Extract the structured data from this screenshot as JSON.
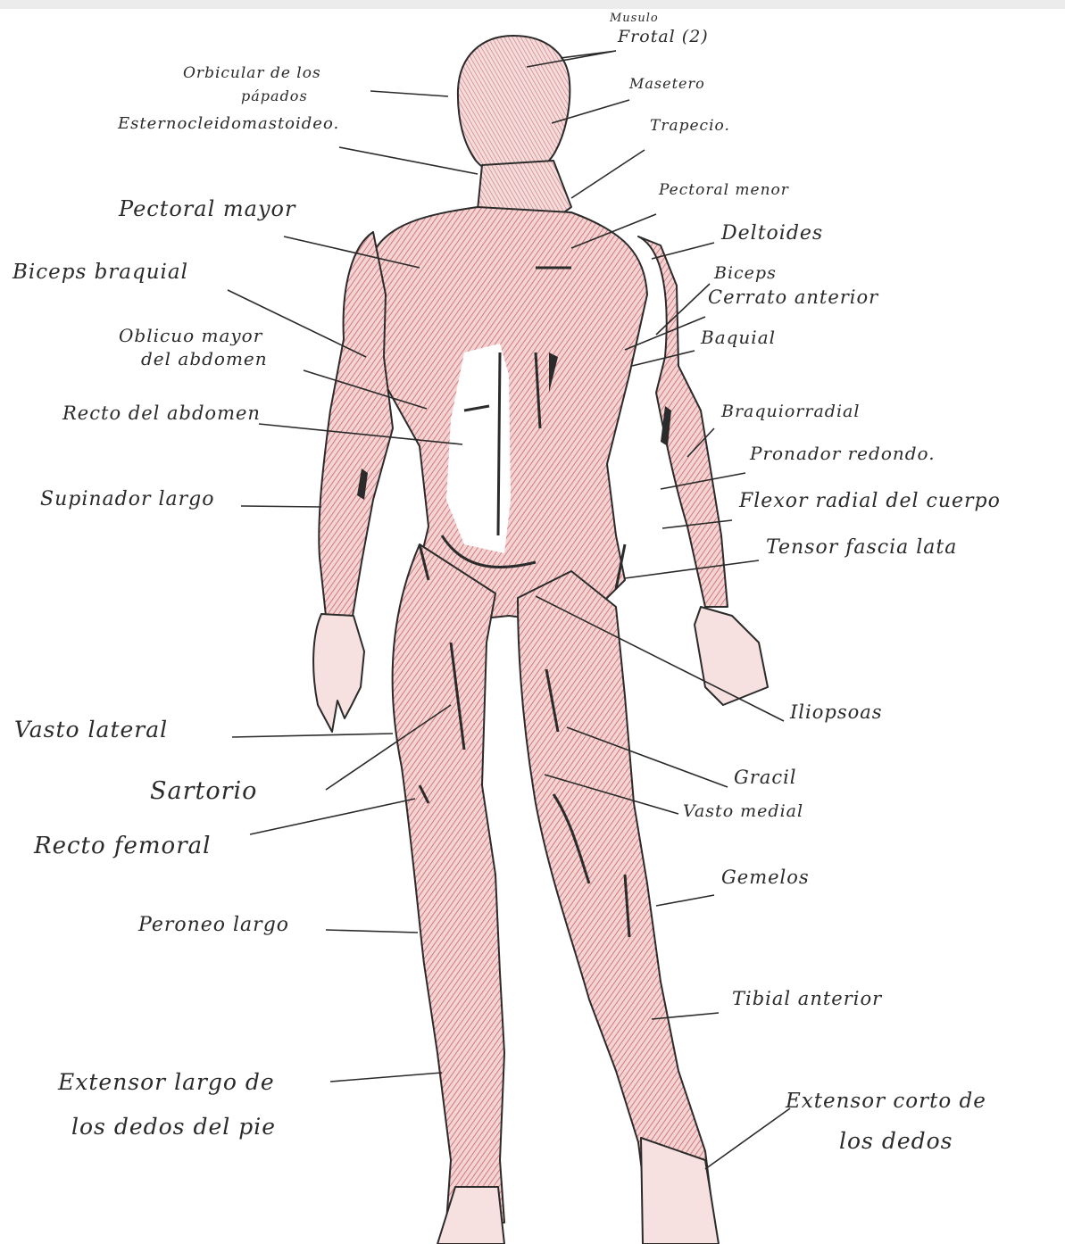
{
  "labels": {
    "musculo": "Musulo",
    "frontal": "Frotal (2)",
    "orbicular_1": "Orbicular de los",
    "orbicular_2": "pápados",
    "masetero": "Masetero",
    "esterno": "Esternocleidomastoideo.",
    "trapecio": "Trapecio.",
    "pectoral_menor": "Pectoral menor",
    "pectoral_mayor": "Pectoral mayor",
    "deltoides": "Deltoides",
    "biceps_braquial": "Biceps braquial",
    "biceps": "Biceps",
    "serrato": "Cerrato anterior",
    "braquial": "Baquial",
    "oblicuo_1": "Oblicuo mayor",
    "oblicuo_2": "del abdomen",
    "recto_abdomen": "Recto del abdomen",
    "braquiorradial": "Braquiorradial",
    "pronador": "Pronador redondo.",
    "supinador": "Supinador largo",
    "flexor": "Flexor radial del cuerpo",
    "tensor": "Tensor fascia lata",
    "iliopsoas": "Iliopsoas",
    "vasto_lateral": "Vasto lateral",
    "sartorio": "Sartorio",
    "gracil": "Gracil",
    "vasto_medial": "Vasto medial",
    "recto_femoral": "Recto femoral",
    "gemelos": "Gemelos",
    "peroneo": "Peroneo largo",
    "tibial": "Tibial anterior",
    "extensor_largo_1": "Extensor largo de",
    "extensor_largo_2": "los dedos del pie",
    "extensor_corto_1": "Extensor corto de",
    "extensor_corto_2": "los dedos"
  },
  "colors": {
    "muscle": "#c23a3a",
    "outline": "#2b2b2b",
    "ink": "#2a2a2a"
  }
}
